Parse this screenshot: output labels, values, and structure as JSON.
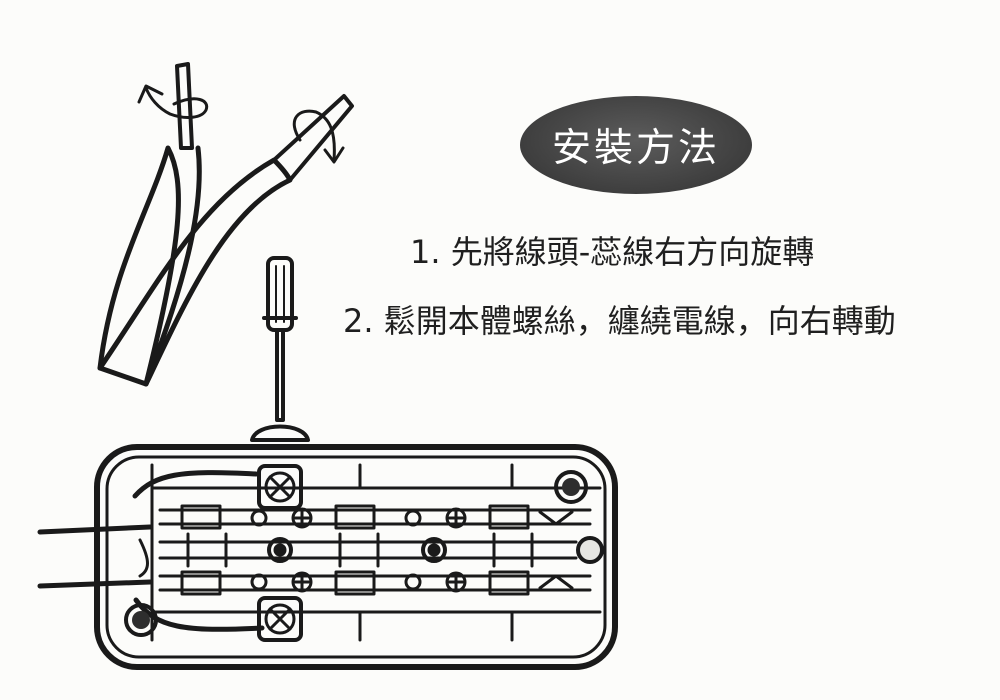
{
  "title": "安裝方法",
  "steps": [
    {
      "number": "1.",
      "text": "先將線頭-蕊線右方向旋轉"
    },
    {
      "number": "2.",
      "text": "鬆開本體螺絲，纏繞電線，向右轉動"
    }
  ],
  "colors": {
    "line": "#1a1a1a",
    "badge": "#454545",
    "badge_text": "#ffffff",
    "background": "#fcfcfa"
  },
  "icons": [
    "twist-arrow-icon",
    "screwdriver-icon",
    "screw-icon"
  ]
}
